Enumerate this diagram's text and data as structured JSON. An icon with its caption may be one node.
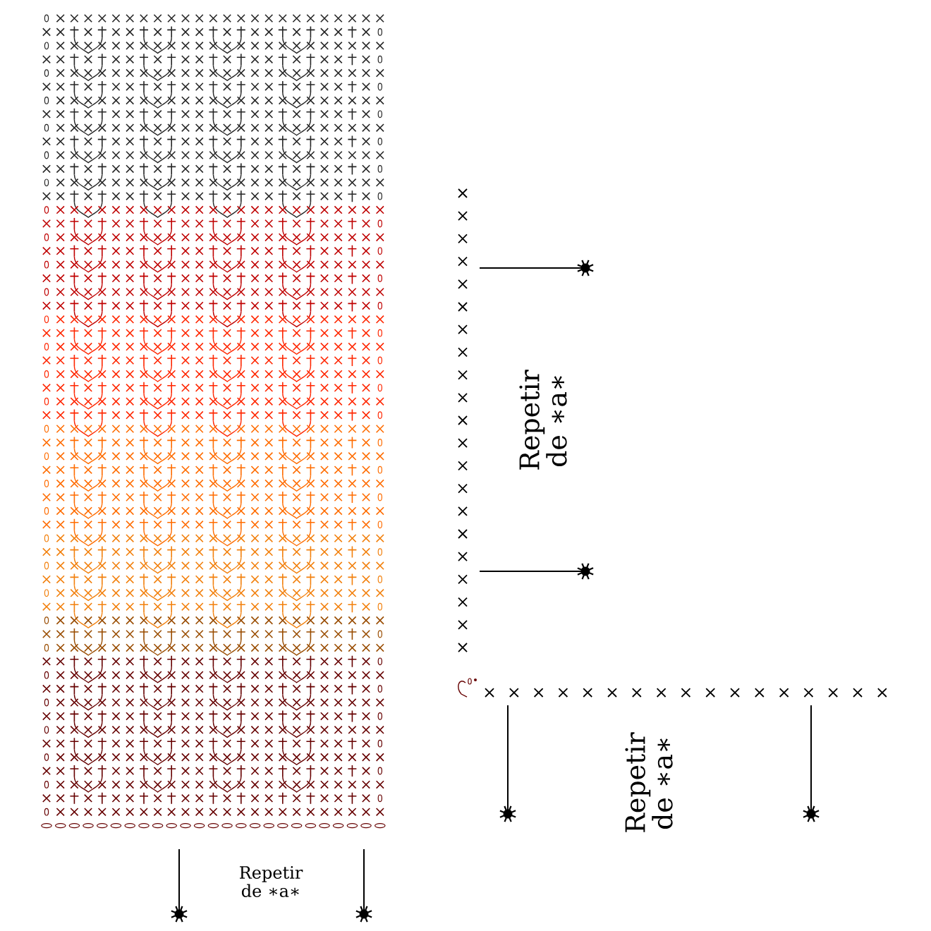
{
  "diagram": {
    "labels": [
      "Repetir de ∗a∗",
      "Repetir de ∗a∗",
      "Repetir de ∗a∗"
    ]
  }
}
